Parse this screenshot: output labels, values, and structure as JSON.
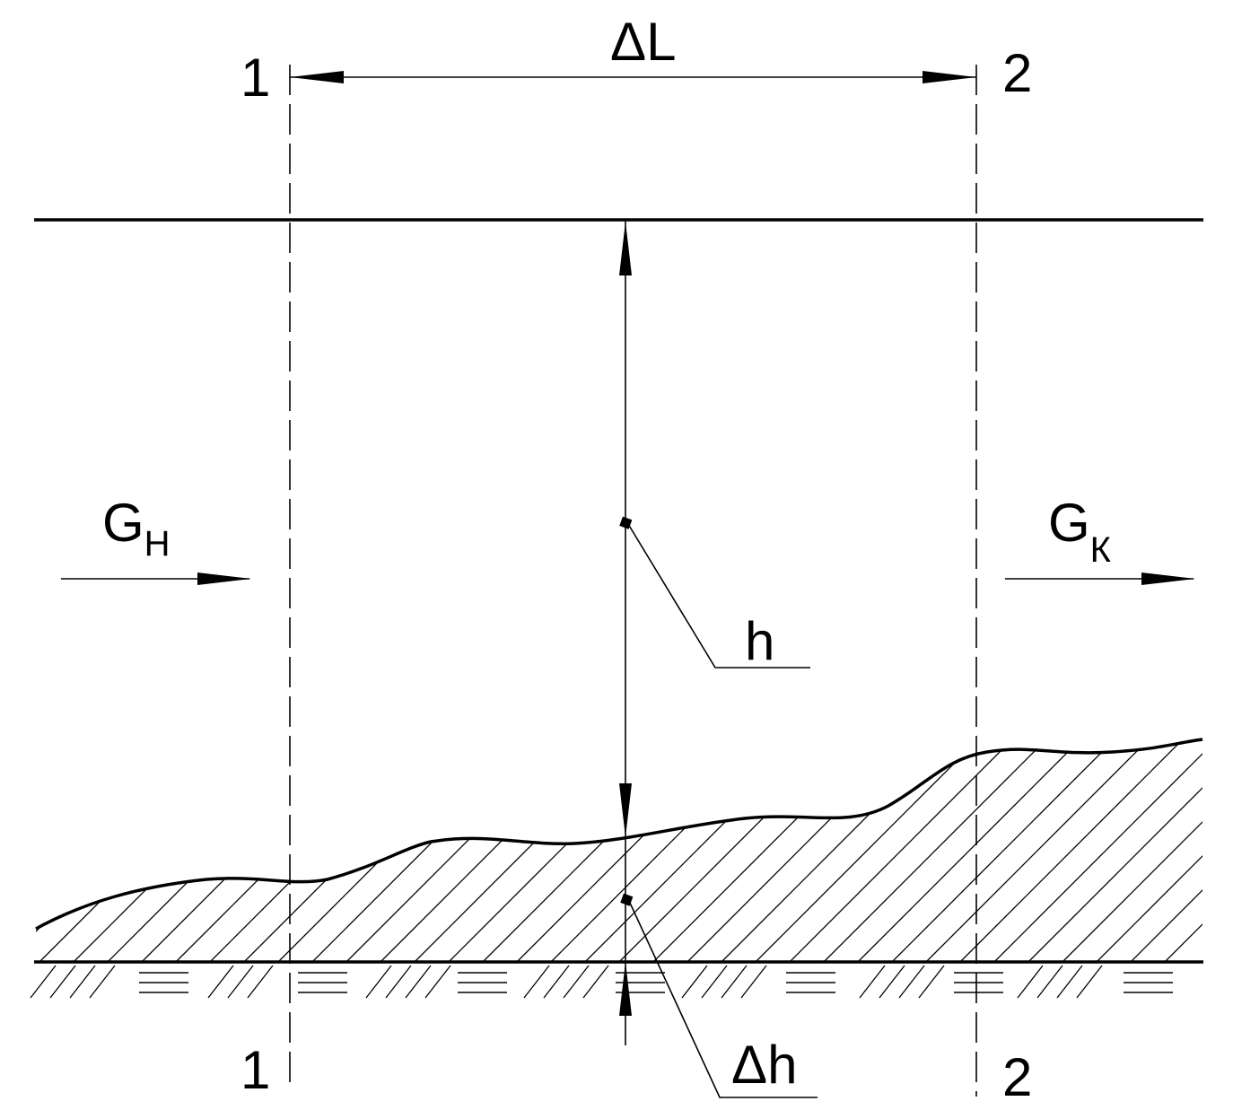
{
  "labels": {
    "section1_top": "1",
    "section2_top": "2",
    "section1_bottom": "1",
    "section2_bottom": "2",
    "length": "ΔL",
    "height": "h",
    "delta_height": "Δh",
    "inflow_letter": "G",
    "inflow_sub": "Н",
    "outflow_letter": "G",
    "outflow_sub": "К"
  },
  "colors": {
    "line": "#000000",
    "background": "#ffffff"
  }
}
